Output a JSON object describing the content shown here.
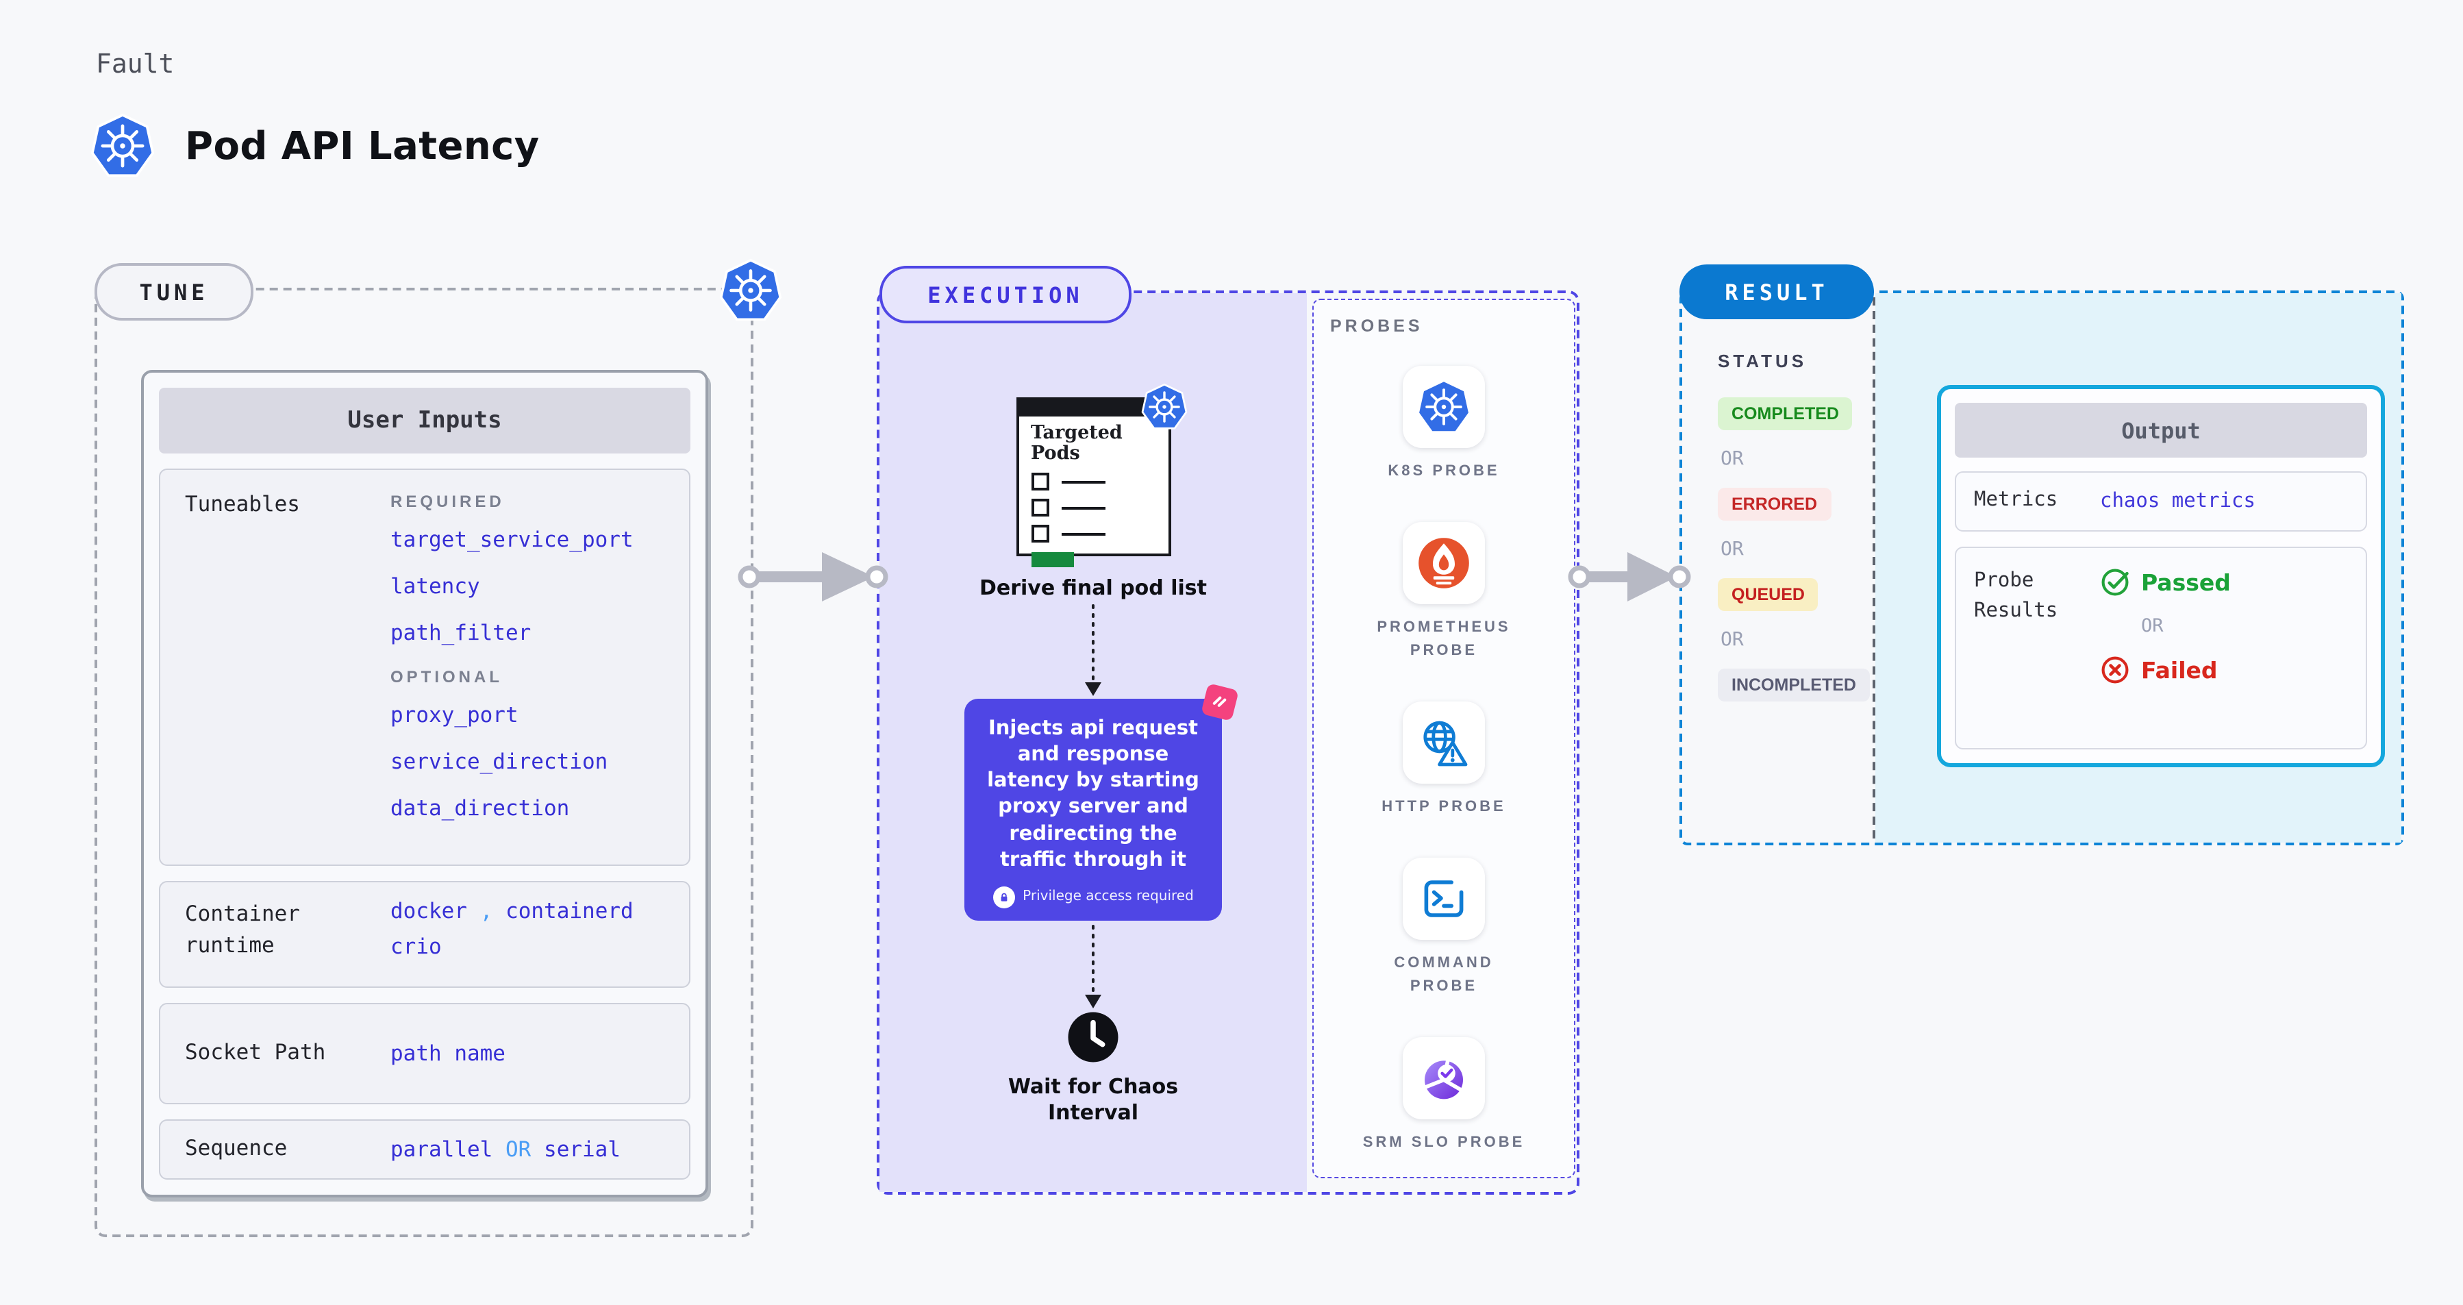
{
  "page": {
    "kicker": "Fault",
    "title": "Pod API Latency"
  },
  "tune": {
    "label": "TUNE",
    "user_inputs": {
      "header": "User Inputs",
      "tuneables": {
        "label": "Tuneables",
        "required_label": "REQUIRED",
        "required": [
          "target_service_port",
          "latency",
          "path_filter"
        ],
        "optional_label": "OPTIONAL",
        "optional": [
          "proxy_port",
          "service_direction",
          "data_direction"
        ]
      },
      "container_runtime": {
        "label": "Container runtime",
        "value_1": "docker",
        "separator": ",",
        "value_2": "containerd",
        "value_3": "crio"
      },
      "socket_path": {
        "label": "Socket Path",
        "value": "path name"
      },
      "sequence": {
        "label": "Sequence",
        "value_1": "parallel",
        "or": "OR",
        "value_2": "serial"
      }
    }
  },
  "execution": {
    "label": "EXECUTION",
    "targeted_pods_title": "Targeted Pods",
    "derive_label": "Derive final pod list",
    "inject_description": "Injects api request and response latency by starting proxy server and redirecting the traffic through it",
    "privilege_note": "Privilege access required",
    "wait_label": "Wait for Chaos Interval"
  },
  "probes": {
    "label": "PROBES",
    "items": [
      {
        "name": "K8S PROBE",
        "icon": "kubernetes-icon"
      },
      {
        "name": "PROMETHEUS PROBE",
        "icon": "prometheus-icon"
      },
      {
        "name": "HTTP PROBE",
        "icon": "globe-warning-icon"
      },
      {
        "name": "COMMAND PROBE",
        "icon": "terminal-icon"
      },
      {
        "name": "SRM SLO PROBE",
        "icon": "donut-check-icon"
      }
    ]
  },
  "result": {
    "label": "RESULT",
    "status_label": "STATUS",
    "or_label": "OR",
    "statuses": [
      {
        "text": "COMPLETED",
        "bg": "#dbf4d1",
        "color": "#178a1d"
      },
      {
        "text": "ERRORED",
        "bg": "#fbe9e9",
        "color": "#c42626"
      },
      {
        "text": "QUEUED",
        "bg": "#f9efc3",
        "color": "#c42020"
      },
      {
        "text": "INCOMPLETED",
        "bg": "#ebecf2",
        "color": "#585a72"
      }
    ],
    "output": {
      "header": "Output",
      "metrics_label": "Metrics",
      "metrics_value": "chaos metrics",
      "probe_results_label": "Probe Results",
      "passed_label": "Passed",
      "or_label": "OR",
      "failed_label": "Failed"
    }
  },
  "colors": {
    "kubernetes_blue": "#326de6",
    "accent_indigo": "#4f46e5",
    "param_indigo": "#362fd5",
    "link_blue": "#4a9df5",
    "result_blue": "#0b79d0",
    "output_border_cyan": "#14a7dd",
    "passed_green": "#1aa238",
    "failed_red": "#d8271d",
    "prometheus_orange": "#e6522c",
    "probe_icon_blue": "#0f7cd4",
    "srm_purple": "#7c3aed",
    "chaos_pink": "#f4427e",
    "pod_list_green": "#168a3e",
    "arrow_gray": "#b7b9c4"
  }
}
